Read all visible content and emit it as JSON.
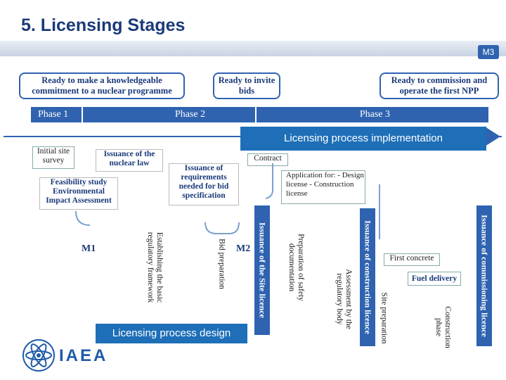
{
  "title": "5. Licensing Stages",
  "milestones": {
    "m1": "M1",
    "m2": "M2",
    "m3": "M3"
  },
  "top": {
    "ready_commit": "Ready to make a knowledgeable commitment to a nuclear programme",
    "ready_bids": "Ready to invite bids",
    "ready_commission": "Ready to commission and operate the first NPP"
  },
  "phases": {
    "p1": "Phase 1",
    "p2": "Phase 2",
    "p3": "Phase 3"
  },
  "implementation": "Licensing process implementation",
  "design": "Licensing process design",
  "boxes": {
    "site_survey": "Initial site survey",
    "issuance_law": "Issuance of the nuclear law",
    "feasibility": "Feasibility study Environmental Impact Assessment",
    "requirements": "Issuance of requirements needed for bid specification",
    "contract": "Contract",
    "application": "Application for: - Design license - Construction license",
    "first_concrete": "First concrete",
    "fuel_delivery": "Fuel delivery"
  },
  "vertical": {
    "framework": "Establishing the basic regulatory framework",
    "bid_prep": "Bid preparation",
    "site_licence": "Issuance of the Site licence",
    "safety_doc": "Preparation of safety documentation",
    "assessment": "Assessment by the regulatory body",
    "construction_licence": "Issuance of construction licence",
    "site_prep": "Site preparation",
    "construction_phase": "Construction phase",
    "commissioning_licence": "Issuance of commissioning licence"
  },
  "logo": "IAEA",
  "colors": {
    "primary": "#2f63b0",
    "accent": "#1e6fb8",
    "title": "#1a3a7a"
  }
}
